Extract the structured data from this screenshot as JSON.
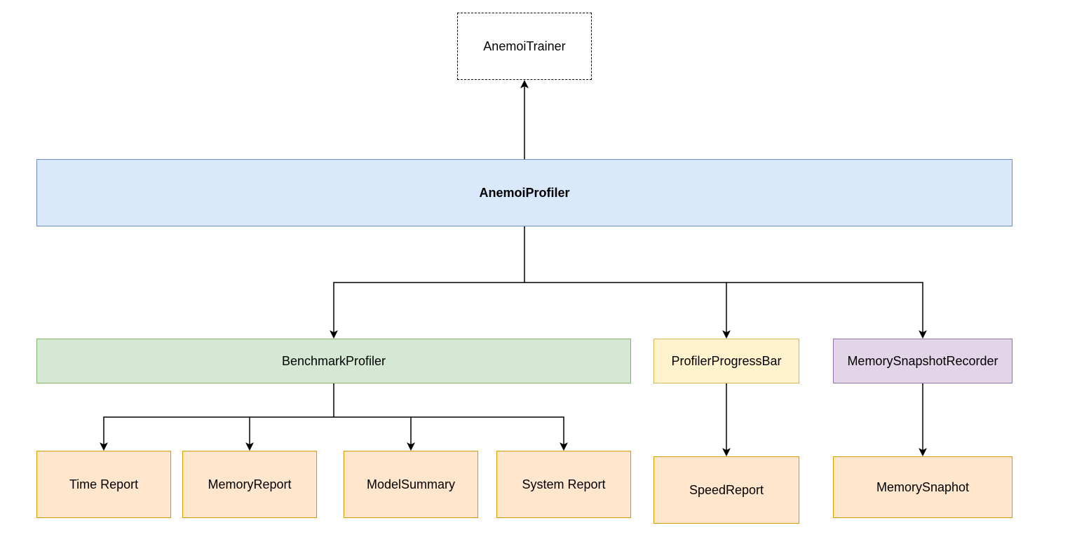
{
  "nodes": {
    "trainer": "AnemoiTrainer",
    "profiler": "AnemoiProfiler",
    "benchmark": "BenchmarkProfiler",
    "progress_bar": "ProfilerProgressBar",
    "snapshot_recorder": "MemorySnapshotRecorder",
    "time_report": "Time Report",
    "memory_report": "MemoryReport",
    "model_summary": "ModelSummary",
    "system_report": "System Report",
    "speed_report": "SpeedReport",
    "memory_snapshot": "MemorySnaphot"
  },
  "colors": {
    "connector": "#000000",
    "profiler_fill": "#dae8fc",
    "benchmark_fill": "#d5e8d4",
    "progress_fill": "#fff2cc",
    "recorder_fill": "#e1d5e7",
    "report_fill": "#ffe6cc"
  }
}
